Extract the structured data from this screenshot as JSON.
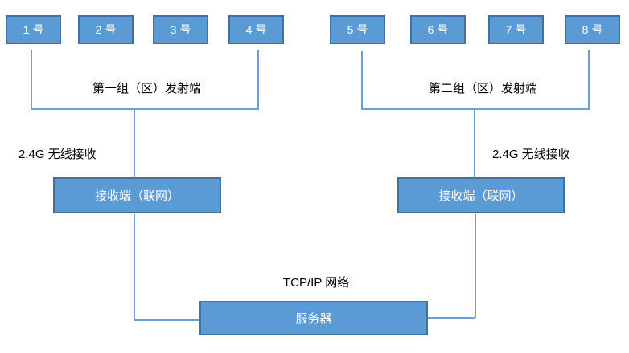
{
  "diagram": {
    "title_implicit": "wireless-transmitter-network-topology",
    "groups": [
      {
        "label": "第一组（区）发射端",
        "wireless_label": "2.4G 无线接收",
        "receiver_label": "接收端（联网）",
        "transmitters": [
          "1 号",
          "2 号",
          "3 号",
          "4 号"
        ]
      },
      {
        "label": "第二组（区）发射端",
        "wireless_label": "2.4G 无线接收",
        "receiver_label": "接收端（联网）",
        "transmitters": [
          "5 号",
          "6 号",
          "7 号",
          "8 号"
        ]
      }
    ],
    "network_label": "TCP/IP 网络",
    "server_label": "服务器"
  },
  "colors": {
    "box_fill": "#5b9bd5",
    "box_border": "#41719c",
    "box_text": "#ffffff",
    "line": "#6b9fd8",
    "label_text": "#000000"
  }
}
